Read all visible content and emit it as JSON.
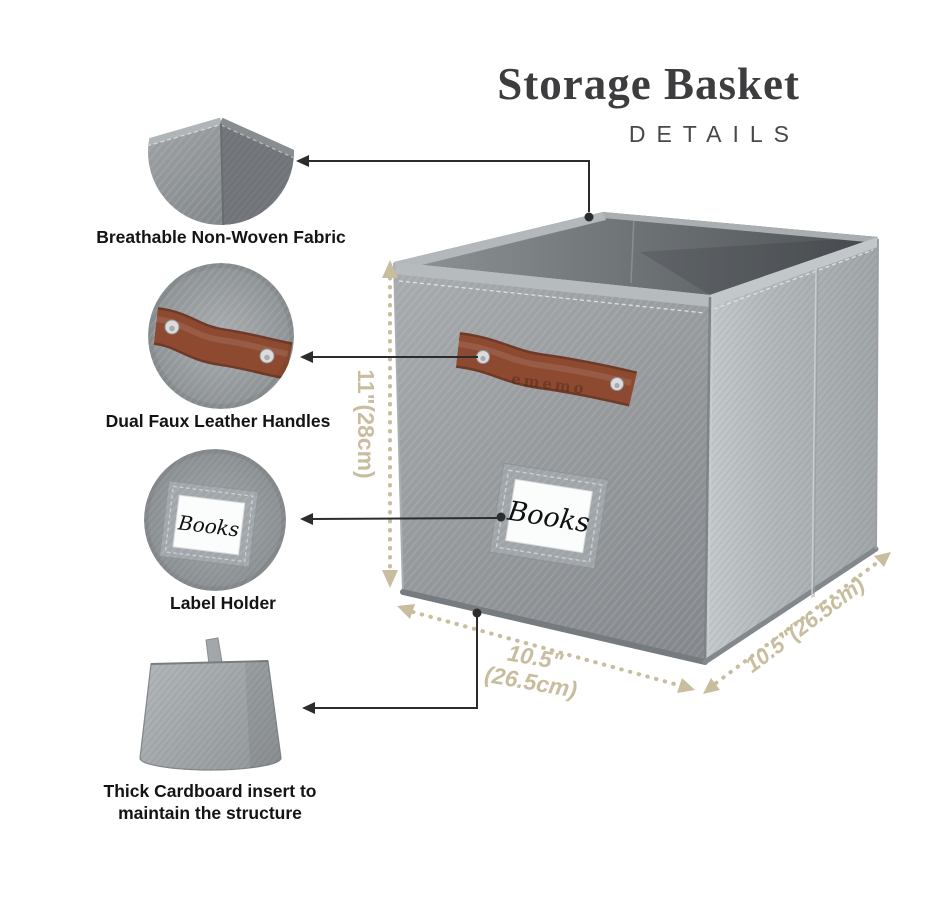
{
  "header": {
    "title": "Storage Basket",
    "subtitle": "DETAILS"
  },
  "features": [
    {
      "label": "Breathable Non-Woven Fabric"
    },
    {
      "label": "Dual Faux Leather Handles"
    },
    {
      "label": "Label Holder"
    },
    {
      "label_line1": "Thick Cardboard insert to",
      "label_line2": "maintain the structure"
    }
  ],
  "dimensions": {
    "height": "11\"(28cm)",
    "width_in": "10.5\"",
    "width_cm": "(26.5cm)",
    "depth": "10.5\"(26.5cm)"
  },
  "basket": {
    "label_card_text": "Books",
    "handle_embossed_text": "ememo"
  },
  "callouts": {
    "label_card_text": "Books"
  },
  "colors": {
    "dimension_tan": "#c8bd9f",
    "handle_brown": "#8d4a31",
    "connector_black": "#2c2c2c",
    "fabric_gray": "#96999d",
    "title_gray": "#3d3d3f"
  }
}
